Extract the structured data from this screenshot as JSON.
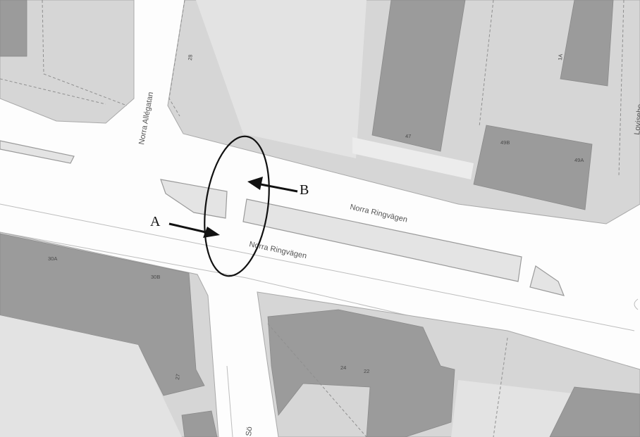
{
  "map": {
    "streets": {
      "north_ringvagen_upper": "Norra Ringvägen",
      "north_ringvagen_lower": "Norra Ringvägen",
      "alle_gatan": "Norra Allégatan",
      "lovise_partial": "Lovisebe",
      "south_partial": "Sö"
    },
    "house_numbers": {
      "n28": "28",
      "n47": "47",
      "n1a": "1A",
      "n49b": "49B",
      "n49a": "49A",
      "n30a": "30A",
      "n30b": "30B",
      "n27": "27",
      "n24": "24",
      "n22": "22"
    },
    "markers": {
      "a": "A",
      "b": "B"
    },
    "colors": {
      "building": "#9b9b9b",
      "block": "#d6d6d6",
      "road": "#fdfdfd",
      "annotation": "#111111"
    }
  }
}
